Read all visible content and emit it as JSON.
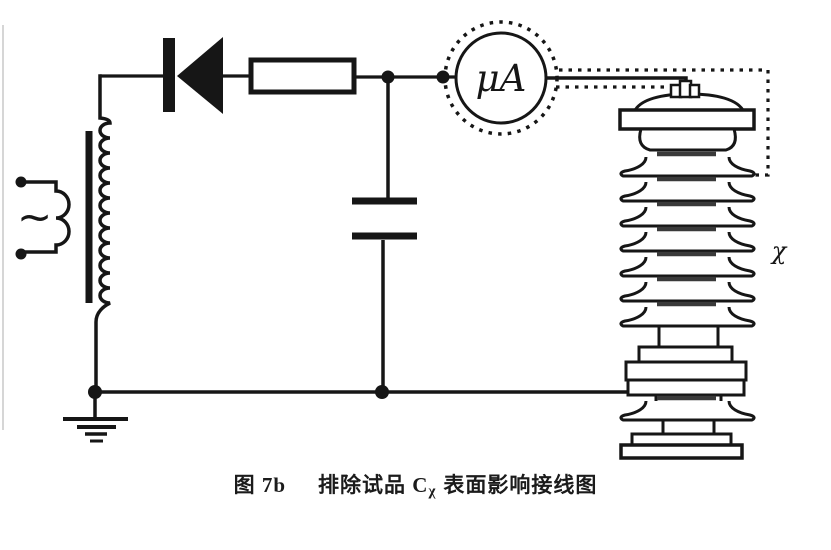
{
  "colors": {
    "ink": "#161616",
    "paper": "#ffffff",
    "shed_shade": "#3a3a3a",
    "scan_artifact": "#c9c9c9"
  },
  "labels": {
    "ac_source_symbol": "~",
    "meter": "μA",
    "specimen": "χ"
  },
  "caption": {
    "figure_number": "图 7b",
    "pre": "排除试品 C",
    "sub": "χ",
    "post": "表面影响接线图"
  }
}
